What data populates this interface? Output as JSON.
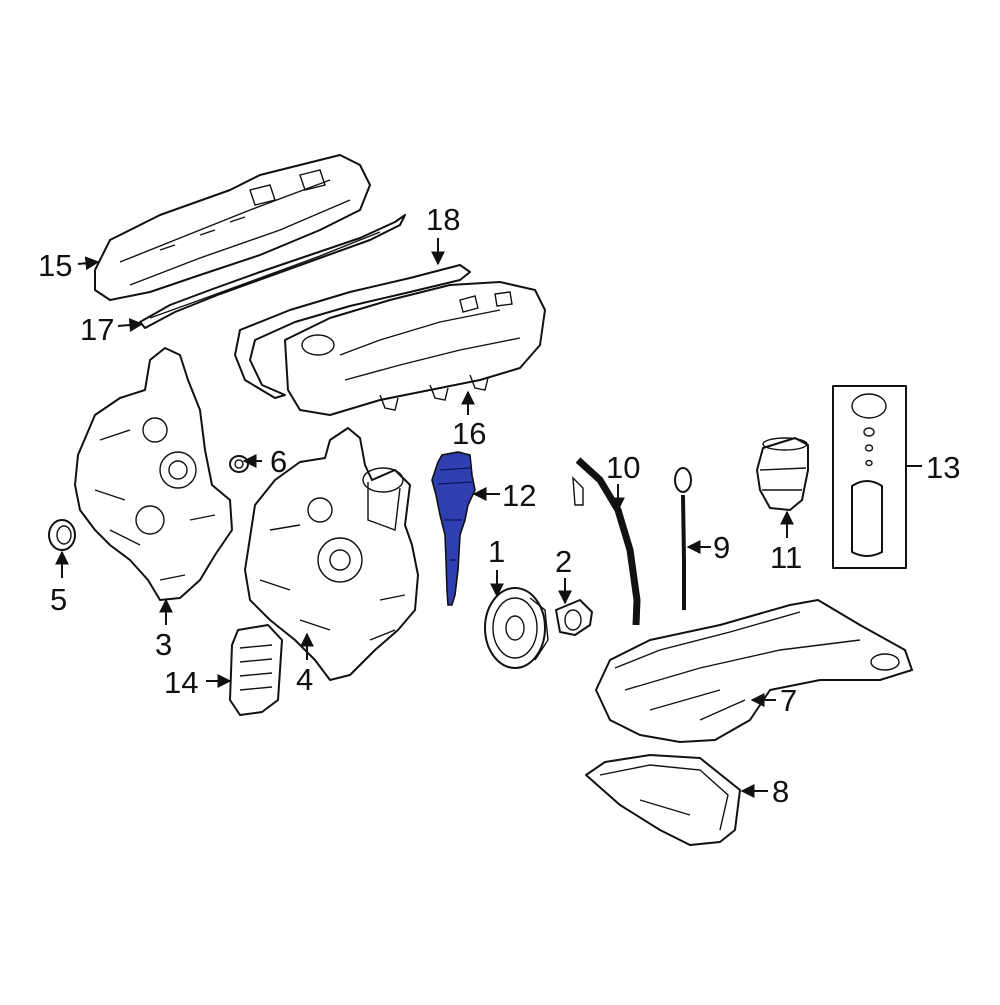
{
  "diagram": {
    "highlight_color": "#2f3fb0",
    "callouts": {
      "c1": "1",
      "c2": "2",
      "c3": "3",
      "c4": "4",
      "c5": "5",
      "c6": "6",
      "c7": "7",
      "c8": "8",
      "c9": "9",
      "c10": "10",
      "c11": "11",
      "c12": "12",
      "c13": "13",
      "c14": "14",
      "c15": "15",
      "c16": "16",
      "c17": "17",
      "c18": "18"
    }
  }
}
